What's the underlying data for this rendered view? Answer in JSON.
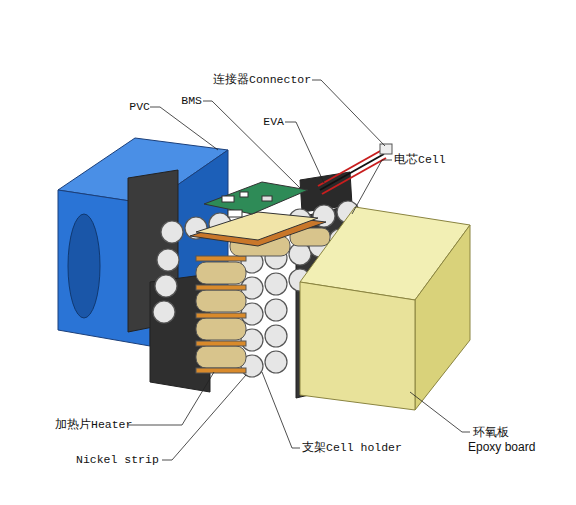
{
  "diagram": {
    "labels": [
      "连接器Connector",
      "PVC",
      "BMS",
      "EVA",
      "电芯Cell",
      "加热片Heater",
      "Nickel strip",
      "支架Cell holder",
      "环氧板",
      "Epoxy board"
    ]
  }
}
